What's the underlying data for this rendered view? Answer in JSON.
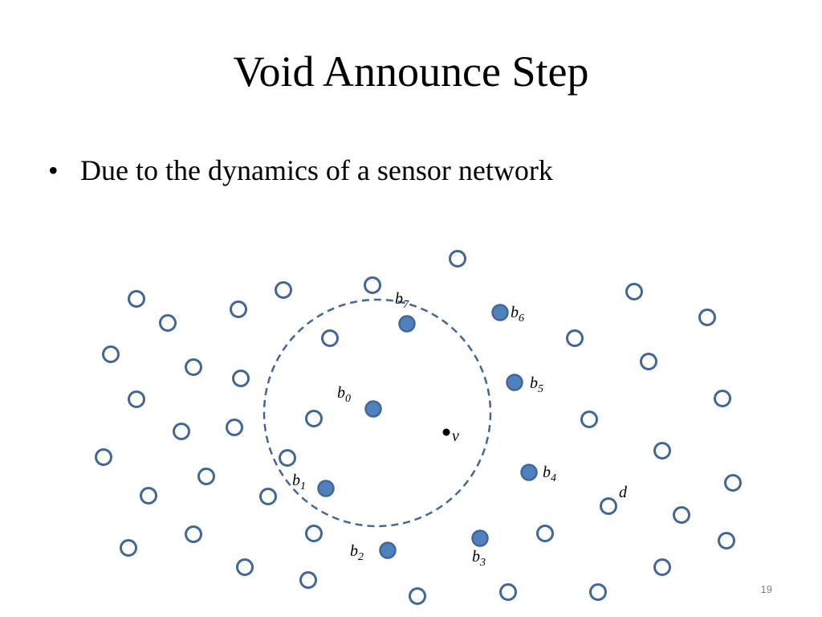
{
  "slide": {
    "title": "Void Announce Step",
    "bullet": "Due to the dynamics of a sensor network",
    "page_number": "19"
  },
  "diagram": {
    "colors": {
      "node_stroke": "#41679a",
      "node_fill": "#4f81bd"
    },
    "labels": {
      "b0": {
        "base": "b",
        "sub": "0"
      },
      "b1": {
        "base": "b",
        "sub": "1"
      },
      "b2": {
        "base": "b",
        "sub": "2"
      },
      "b3": {
        "base": "b",
        "sub": "3"
      },
      "b4": {
        "base": "b",
        "sub": "4"
      },
      "b5": {
        "base": "b",
        "sub": "5"
      },
      "b6": {
        "base": "b",
        "sub": "6"
      },
      "b7": {
        "base": "b",
        "sub": "7"
      },
      "v": "v",
      "d": "d"
    }
  }
}
